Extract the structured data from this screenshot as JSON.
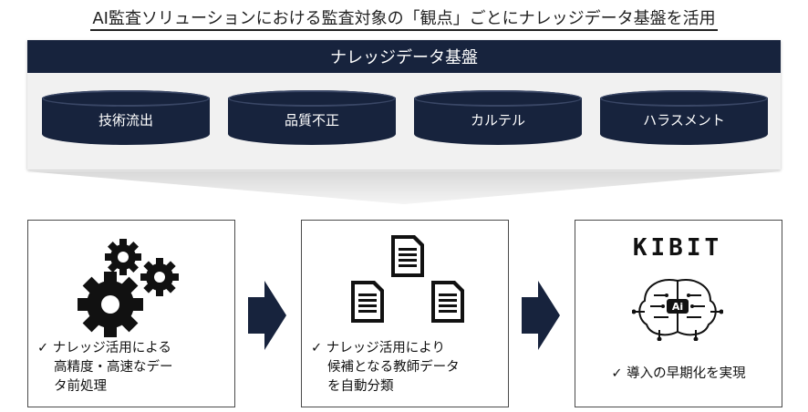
{
  "title": "AI監査ソリューションにおける監査対象の「観点」ごとにナレッジデータ基盤を活用",
  "platform": {
    "header": "ナレッジデータ基盤",
    "databases": [
      "技術流出",
      "品質不正",
      "カルテル",
      "ハラスメント"
    ]
  },
  "steps": [
    {
      "icon": "gears-icon",
      "caption_lines": [
        "✓ ナレッジ活用による",
        "高精度・高速なデー",
        "タ前処理"
      ]
    },
    {
      "icon": "documents-icon",
      "caption_lines": [
        "✓ ナレッジ活用により",
        "候補となる教師データ",
        "を自動分類"
      ]
    },
    {
      "icon": "ai-brain-icon",
      "logo": "KIBIT",
      "caption_lines": [
        "✓ 導入の早期化を実現"
      ]
    }
  ],
  "colors": {
    "navy": "#17233d",
    "panel": "#f1f1f1",
    "funnel": "#e9e9e9"
  }
}
